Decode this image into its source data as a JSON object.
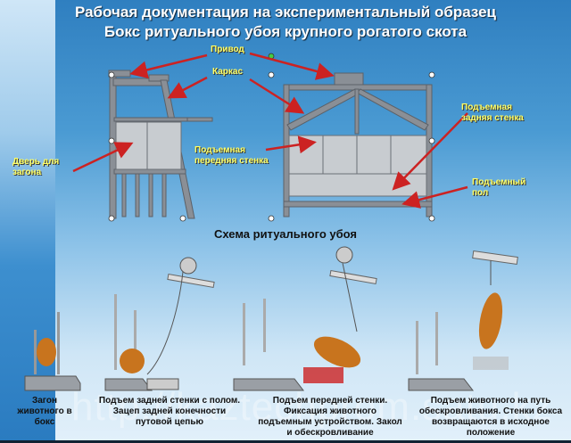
{
  "title": {
    "line1": "Рабочая документация на экспериментальный образец",
    "line2": "Бокс ритуального убоя крупного рогатого скота"
  },
  "labels": {
    "drive": "Привод",
    "frame": "Каркас",
    "door": [
      "Дверь для",
      "загона"
    ],
    "front_wall": [
      "Подъемная",
      "передняя стенка"
    ],
    "rear_wall": [
      "Подъемная",
      "задняя стенка"
    ],
    "floor": [
      "Подъемный",
      "пол"
    ]
  },
  "scheme_title": "Схема  ритуального убоя",
  "steps": [
    [
      "Загон",
      "животного в",
      "бокс"
    ],
    [
      "Подъем задней стенки с полом.",
      "Зацеп задней конечности",
      "путовой цепью"
    ],
    [
      "Подъем передней стенки.",
      "Фиксация животного",
      "подъемным устройством. Закол",
      "и обескровливание"
    ],
    [
      "Подъем животного на путь",
      "обескровливания. Стенки бокса",
      "возвращаются в исходное",
      "положение"
    ]
  ],
  "watermark": "http://kaztechprom.satu.kz",
  "colors": {
    "arrow": "#cc2222",
    "label": "#ffff66",
    "frame": "#8a8f96",
    "panel": "#c8ccd0",
    "animal": "#c8741e"
  }
}
